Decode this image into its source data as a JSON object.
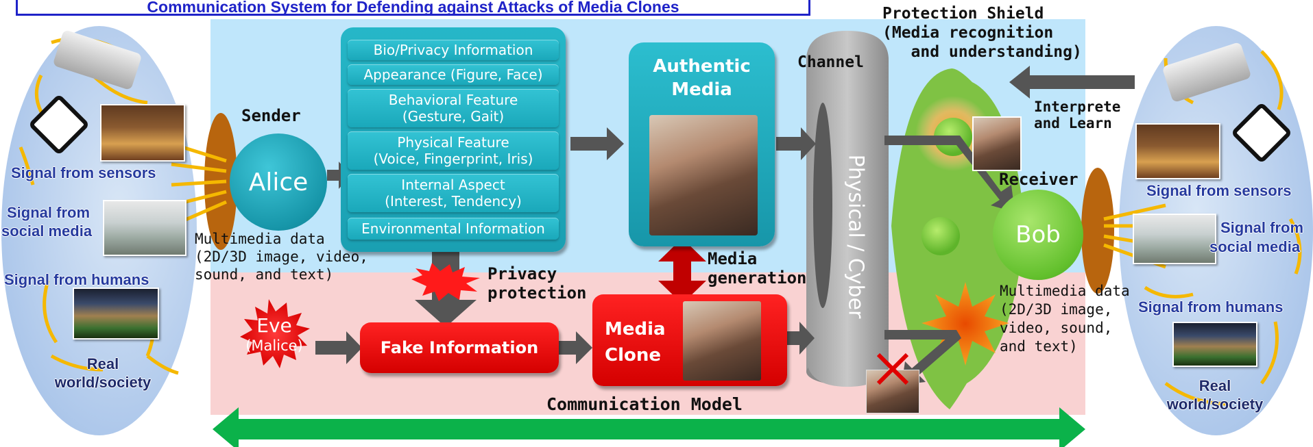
{
  "title": "Communication System for Defending against Attacks of Media Clones",
  "left": {
    "signal_sensors": "Signal from sensors",
    "signal_social_1": "Signal from",
    "signal_social_2": "social media",
    "signal_humans": "Signal from humans",
    "real_world_1": "Real",
    "real_world_2": "world/society"
  },
  "right": {
    "signal_sensors": "Signal from sensors",
    "signal_social_1": "Signal from",
    "signal_social_2": "social media",
    "signal_humans": "Signal from humans",
    "real_world_1": "Real",
    "real_world_2": "world/society"
  },
  "sender_label": "Sender",
  "sender_name": "Alice",
  "multimedia_left": [
    "Multimedia data",
    "(2D/3D image, video,",
    "sound, and text)"
  ],
  "info_items": [
    "Bio/Privacy Information",
    "Appearance (Figure, Face)",
    "Behavioral Feature\n(Gesture, Gait)",
    "Physical Feature\n(Voice, Fingerprint, Iris)",
    "Internal Aspect\n(Interest, Tendency)",
    "Environmental Information"
  ],
  "authentic_media": "Authentic\nMedia",
  "channel_label": "Channel",
  "channel_text": "Physical / Cyber",
  "shield_title": "Protection Shield\n(Media recognition\n   and understanding)",
  "interprete_label": "Interprete\nand Learn",
  "receiver_label": "Receiver",
  "receiver_name": "Bob",
  "multimedia_right": [
    "Multimedia data",
    "(2D/3D image,",
    "video, sound,",
    "and text)"
  ],
  "privacy_protection": "Privacy\nprotection",
  "media_generation": "Media\ngeneration",
  "eve_name": "Eve",
  "eve_sub": "(Malice)",
  "fake_information": "Fake Information",
  "media_clone": "Media\nClone",
  "communication_model": "Communication Model",
  "colors": {
    "teal": "#1fa8ba",
    "red": "#e60000",
    "green_arrow": "#0bb24a",
    "gray_arrow": "#555555",
    "title_blue": "#1f23c8"
  }
}
